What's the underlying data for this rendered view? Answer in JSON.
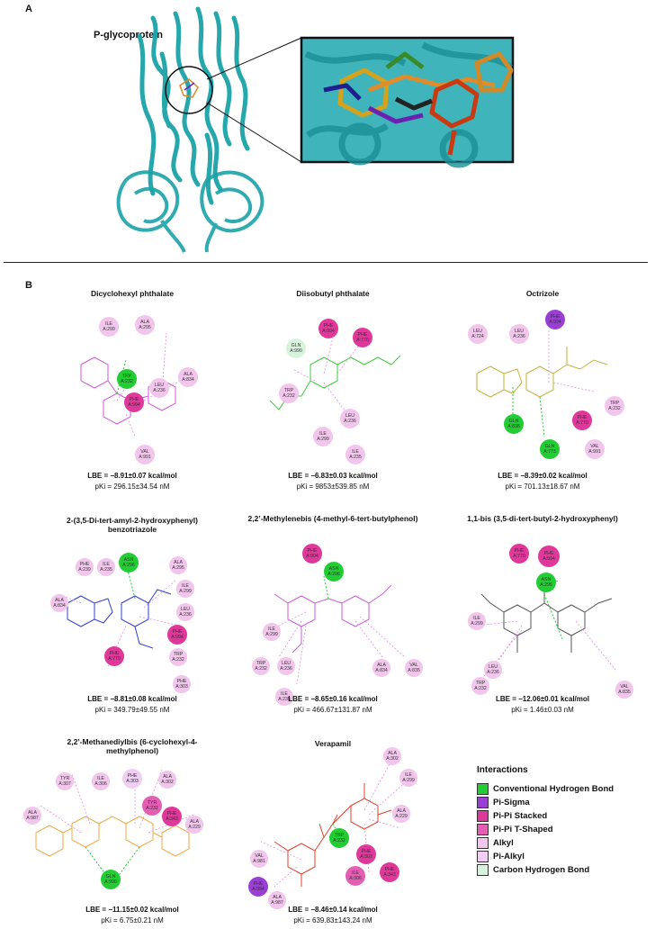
{
  "panel_a": {
    "letter": "A",
    "protein_label": "P-glycoprotein"
  },
  "panel_b": {
    "letter": "B"
  },
  "molecules": [
    {
      "title": "Dicyclohexyl phthalate",
      "lbe": "LBE = −8.91±0.07 kcal/mol",
      "pki": "pKi = 296.15±34.54 nM",
      "residues": [
        "ILE A:299",
        "ALA A:295",
        "ALA A:834",
        "TRP A:232",
        "LEU A:236",
        "PHE A:994",
        "VAL A:991"
      ]
    },
    {
      "title": "Diisobutyl phthalate",
      "lbe": "LBE = −6.83±0.03 kcal/mol",
      "pki": "pKi = 9853±539.85 nM",
      "residues": [
        "GLN A:990",
        "PHE A:994",
        "PHE A:770",
        "TRP A:232",
        "LEU A:236",
        "ILE A:299",
        "ILE A:235"
      ]
    },
    {
      "title": "Octrizole",
      "lbe": "LBE = −8.39±0.02 kcal/mol",
      "pki": "pKi = 701.13±18.67 nM",
      "residues": [
        "LEU A:724",
        "LEU A:236",
        "PHE A:994",
        "TRP A:232",
        "GLN A:838",
        "PHE A:770",
        "GLN A:773",
        "VAL A:991"
      ]
    },
    {
      "title": "2-(3,5-Di-tert-amyl-2-hydroxyphenyl) benzotriazole",
      "lbe": "LBE = −8.81±0.08 kcal/mol",
      "pki": "pKi = 349.79±49.55 nM",
      "residues": [
        "ASN A:296",
        "PHE A:239",
        "ILE A:235",
        "ALA A:295",
        "ILE A:299",
        "ALA A:834",
        "LEU A:236",
        "PHE A:994",
        "PHE A:770",
        "TRP A:232",
        "PHE A:303"
      ]
    },
    {
      "title": "2,2’-Methylenebis (4-methyl-6-tert-butylphenol)",
      "lbe": "LBE = −8.65±0.16 kcal/mol",
      "pki": "pKi = 466.67±131.87 nM",
      "residues": [
        "PHE A:994",
        "ASN A:296",
        "ILE A:299",
        "TRP A:232",
        "LEU A:236",
        "ILE A:235",
        "ALA A:834",
        "VAL A:835"
      ]
    },
    {
      "title": "1,1-bis (3,5-di-tert-butyl-2-hydroxyphenyl)",
      "lbe": "LBE = −12.06±0.01 kcal/mol",
      "pki": "pKi = 1.46±0.03 nM",
      "residues": [
        "PHE A:770",
        "PHE A:994",
        "ASN A:296",
        "ILE A:299",
        "LEU A:236",
        "TRP A:232",
        "VAL A:835"
      ]
    },
    {
      "title": "2,2’-Methanediylbis (6-cyclohexyl-4-methylphenol)",
      "lbe": "LBE = −11.15±0.02 kcal/mol",
      "pki": "pKi = 6.75±0.21 nM",
      "residues": [
        "TYR A:307",
        "ILE A:306",
        "PHE A:303",
        "ALA A:302",
        "ALA A:987",
        "TYR A:232",
        "PHE A:343",
        "ALA A:229",
        "GLN A:990"
      ]
    },
    {
      "title": "Verapamil",
      "lbe": "LBE = −8.46±0.14 kcal/mol",
      "pki": "pKi = 639.83±143.24 nM",
      "residues": [
        "ALA A:302",
        "ILE A:299",
        "ALA A:229",
        "TRP A:232",
        "PHE A:303",
        "ILE A:306",
        "PHE A:343",
        "VAL A:981",
        "PHE A:994",
        "ALA A:987"
      ]
    }
  ],
  "legend": {
    "title": "Interactions",
    "items": [
      {
        "label": "Conventional Hydrogen Bond",
        "color": "#22cc33"
      },
      {
        "label": "Pi-Sigma",
        "color": "#9a3fd6"
      },
      {
        "label": "Pi-Pi Stacked",
        "color": "#e0389a"
      },
      {
        "label": "Pi-Pi T-Shaped",
        "color": "#e45fb3"
      },
      {
        "label": "Alkyl",
        "color": "#f2c6ec"
      },
      {
        "label": "Pi-Alkyl",
        "color": "#f0cdf3"
      },
      {
        "label": "Carbon Hydrogen Bond",
        "color": "#d8f3dc"
      }
    ]
  }
}
